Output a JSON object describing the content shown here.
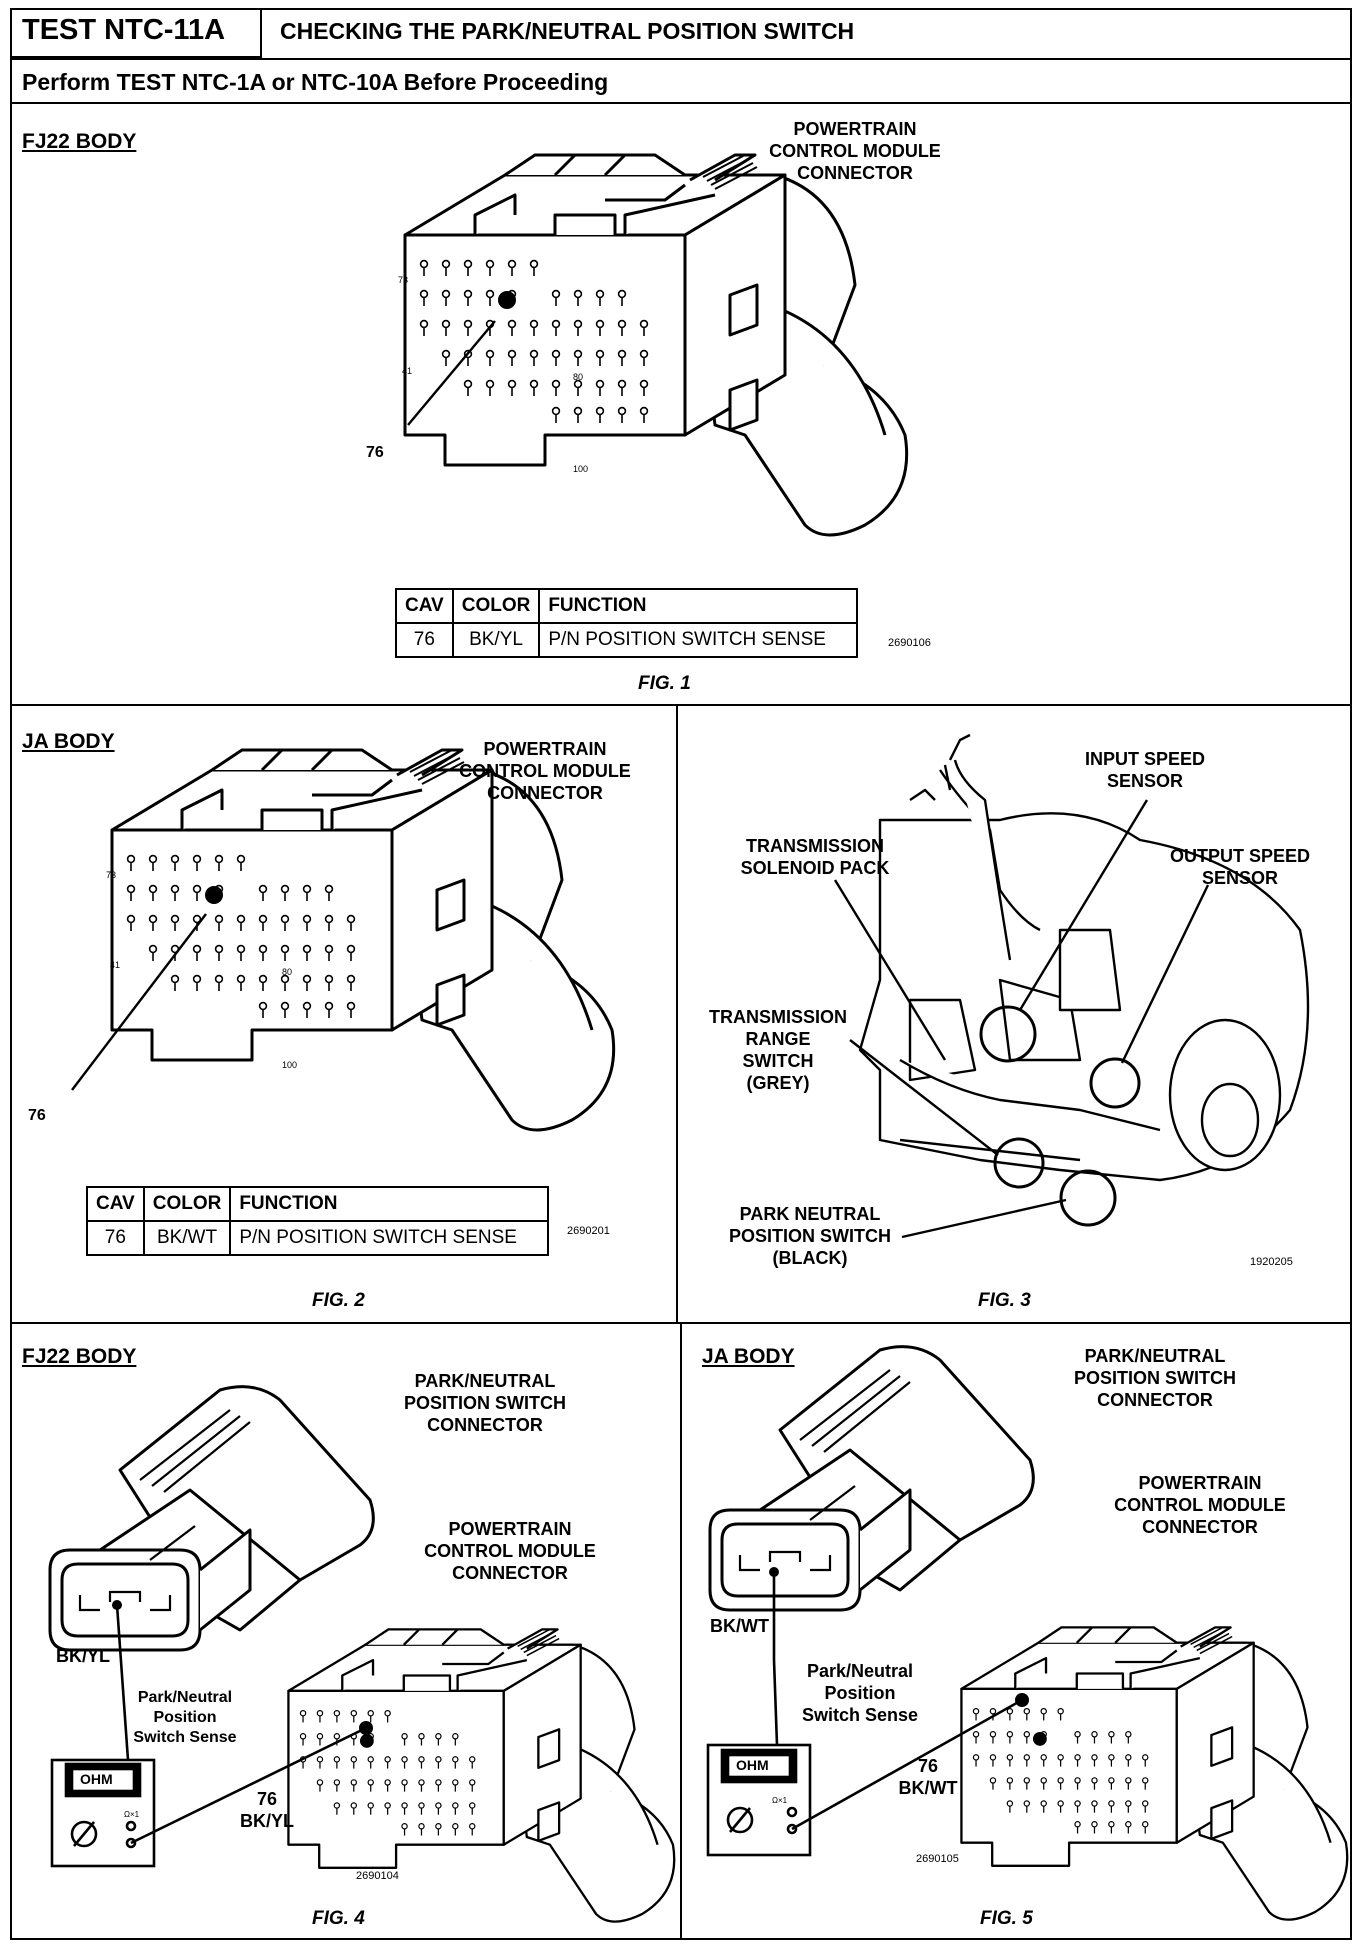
{
  "header": {
    "test_id": "TEST NTC-11A",
    "title": "CHECKING THE PARK/NEUTRAL POSITION SWITCH",
    "subtitle": "Perform TEST NTC-1A or NTC-10A Before Proceeding"
  },
  "fig1": {
    "body": "FJ22 BODY",
    "connector_label": [
      "POWERTRAIN",
      "CONTROL MODULE",
      "CONNECTOR"
    ],
    "pin_callout": "76",
    "pin_labels": [
      "73",
      "41",
      "80",
      "100"
    ],
    "table": {
      "headers": [
        "CAV",
        "COLOR",
        "FUNCTION"
      ],
      "row": [
        "76",
        "BK/YL",
        "P/N POSITION SWITCH SENSE"
      ]
    },
    "code": "2690106",
    "caption": "FIG. 1"
  },
  "fig2": {
    "body": "JA BODY",
    "connector_label": [
      "POWERTRAIN",
      "CONTROL MODULE",
      "CONNECTOR"
    ],
    "pin_callout": "76",
    "pin_labels": [
      "73",
      "41",
      "80",
      "100"
    ],
    "table": {
      "headers": [
        "CAV",
        "COLOR",
        "FUNCTION"
      ],
      "row": [
        "76",
        "BK/WT",
        "P/N POSITION SWITCH SENSE"
      ]
    },
    "code": "2690201",
    "caption": "FIG. 2"
  },
  "fig3": {
    "input_speed": [
      "INPUT SPEED",
      "SENSOR"
    ],
    "output_speed": [
      "OUTPUT SPEED",
      "SENSOR"
    ],
    "solenoid": [
      "TRANSMISSION",
      "SOLENOID PACK"
    ],
    "range_switch": [
      "TRANSMISSION",
      "RANGE",
      "SWITCH",
      "(GREY)"
    ],
    "pn_switch": [
      "PARK NEUTRAL",
      "POSITION SWITCH",
      "(BLACK)"
    ],
    "code": "1920205",
    "caption": "FIG. 3"
  },
  "fig4": {
    "body": "FJ22 BODY",
    "pn_connector": [
      "PARK/NEUTRAL",
      "POSITION SWITCH",
      "CONNECTOR"
    ],
    "pcm_connector": [
      "POWERTRAIN",
      "CONTROL MODULE",
      "CONNECTOR"
    ],
    "wire": "BK/YL",
    "sense": [
      "Park/Neutral",
      "Position",
      "Switch Sense"
    ],
    "meter": "OHM",
    "meter_range": "Ω×1",
    "pin": [
      "76",
      "BK/YL"
    ],
    "code": "2690104",
    "caption": "FIG. 4"
  },
  "fig5": {
    "body": "JA BODY",
    "pn_connector": [
      "PARK/NEUTRAL",
      "POSITION SWITCH",
      "CONNECTOR"
    ],
    "pcm_connector": [
      "POWERTRAIN",
      "CONTROL MODULE",
      "CONNECTOR"
    ],
    "wire": "BK/WT",
    "sense": [
      "Park/Neutral",
      "Position",
      "Switch Sense"
    ],
    "meter": "OHM",
    "meter_range": "Ω×1",
    "pin": [
      "76",
      "BK/WT"
    ],
    "code": "2690105",
    "caption": "FIG. 5"
  }
}
